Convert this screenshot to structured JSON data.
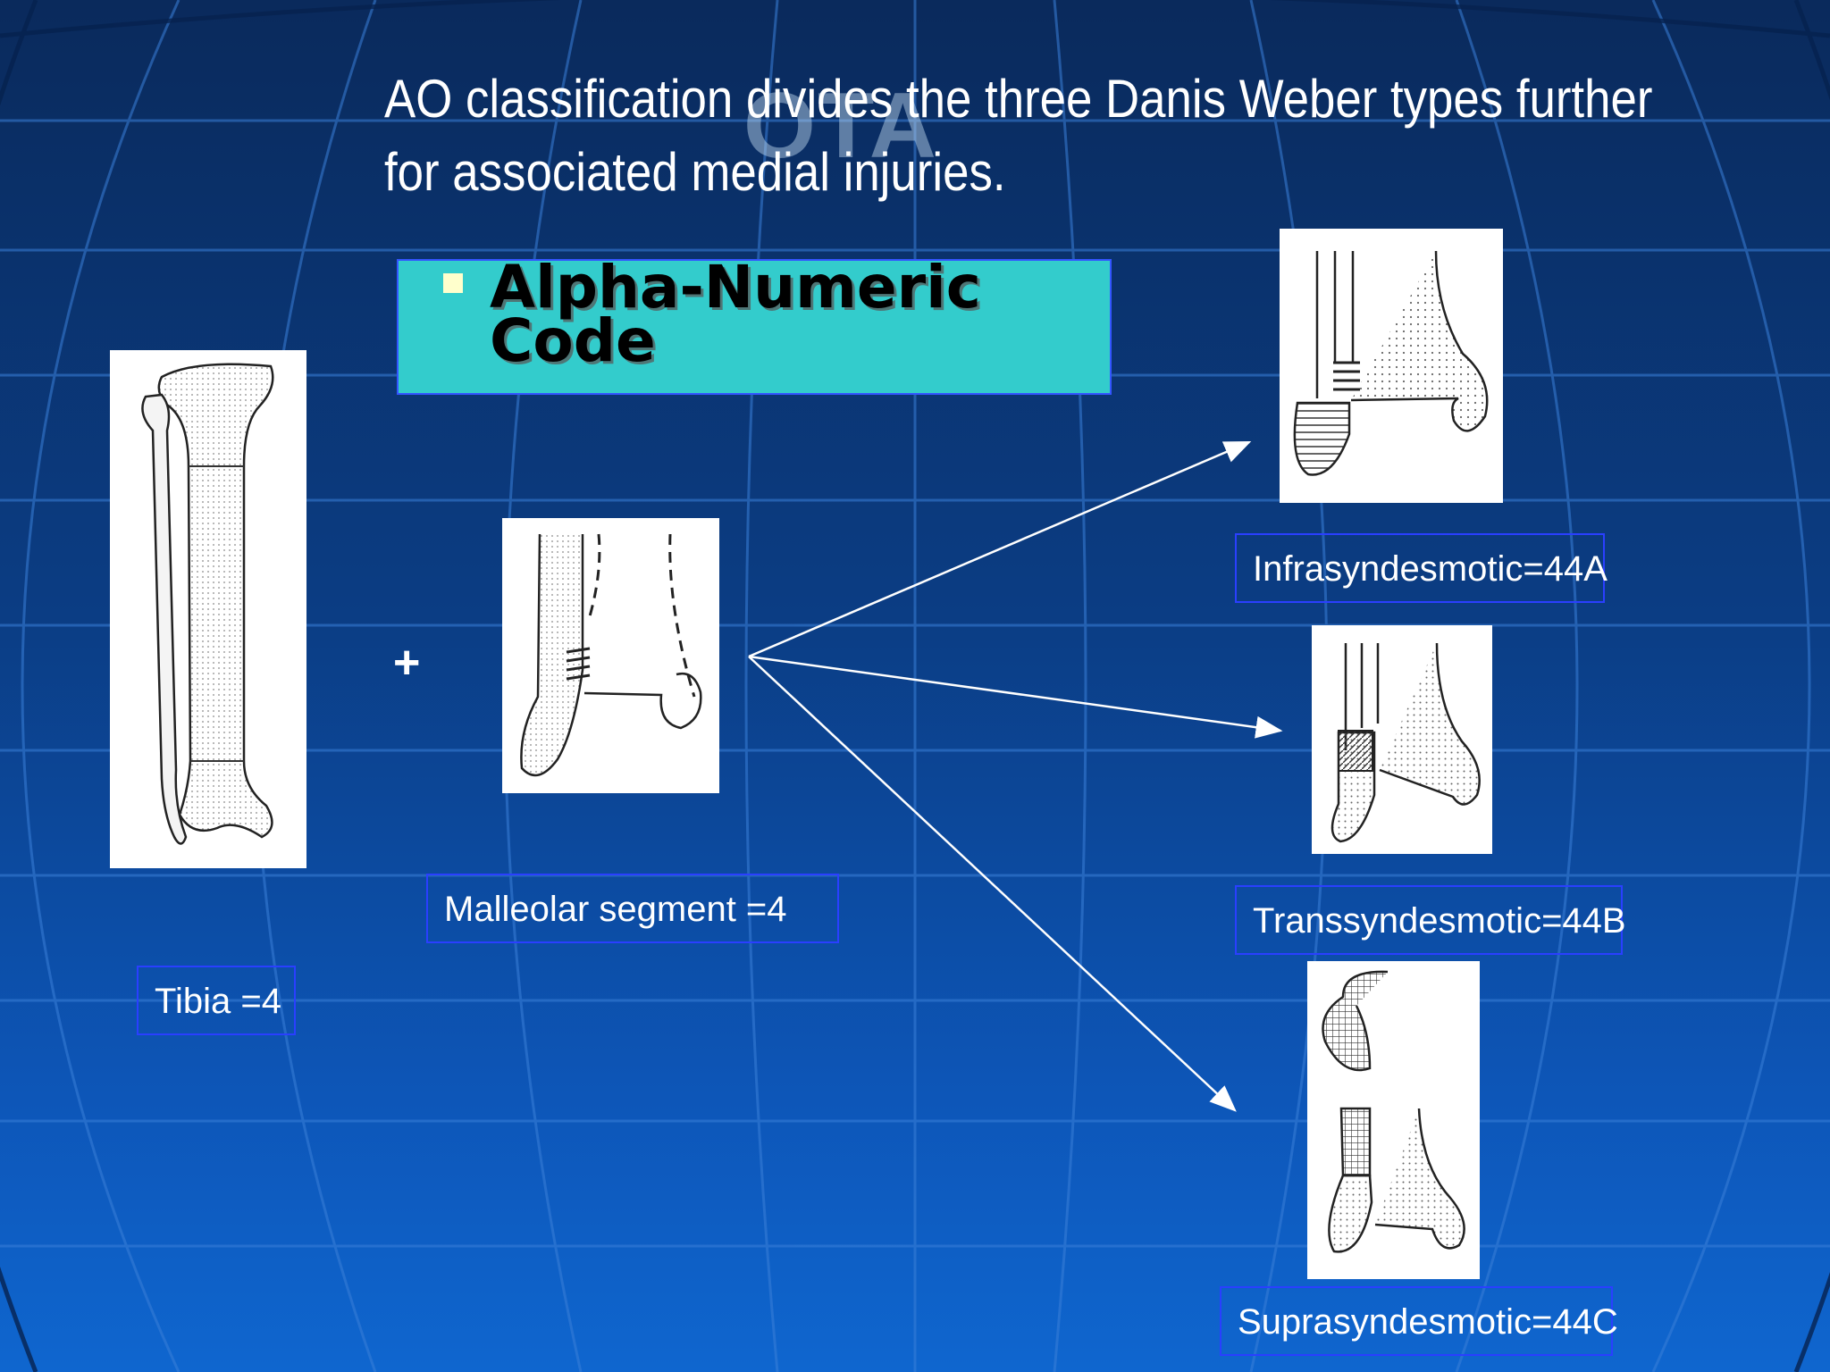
{
  "slide": {
    "headline_line1": "AO classification divides the three  Danis Weber types further",
    "headline_line2": "for associated medial injuries.",
    "watermark": "OTA",
    "code_box": {
      "line1": "Alpha-Numeric",
      "line2": "Code"
    },
    "plus_sign": "+",
    "labels": {
      "tibia": "Tibia =4",
      "malleolar": "Malleolar segment =4",
      "type_a": "Infrasyndesmotic=44A",
      "type_b": "Transsyndesmotic=44B",
      "type_c": "Suprasyndesmotic=44C"
    }
  },
  "colors": {
    "code_box_fill": "#33cccc",
    "label_border": "#2a3fff",
    "bullet": "#ffffcc"
  }
}
